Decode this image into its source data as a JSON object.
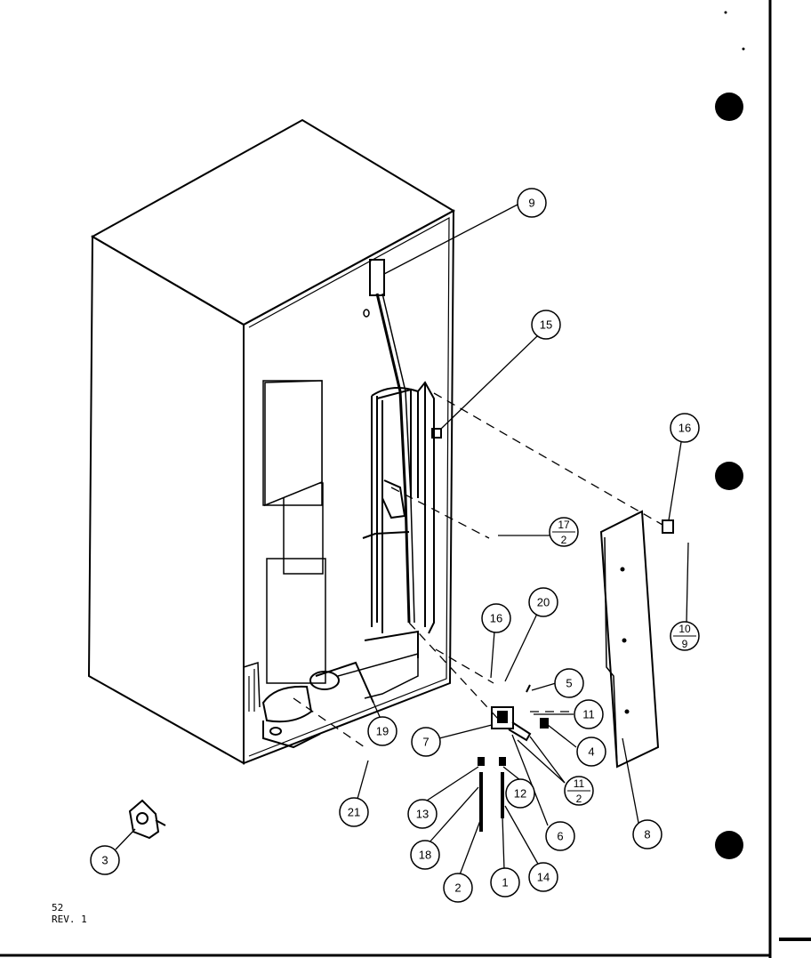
{
  "callouts": [
    {
      "id": "c9",
      "text": "9"
    },
    {
      "id": "c15",
      "text": "15"
    },
    {
      "id": "c16a",
      "text": "16"
    },
    {
      "id": "c17",
      "num": "17",
      "den": "2"
    },
    {
      "id": "c16b",
      "text": "16"
    },
    {
      "id": "c20",
      "text": "20"
    },
    {
      "id": "c5",
      "text": "5"
    },
    {
      "id": "c11",
      "text": "11"
    },
    {
      "id": "c7",
      "text": "7"
    },
    {
      "id": "c4",
      "text": "4"
    },
    {
      "id": "c112",
      "num": "11",
      "den": "2"
    },
    {
      "id": "c19",
      "text": "19"
    },
    {
      "id": "c13",
      "text": "13"
    },
    {
      "id": "c12",
      "text": "12"
    },
    {
      "id": "c6",
      "text": "6"
    },
    {
      "id": "c8",
      "text": "8"
    },
    {
      "id": "c109",
      "num": "10",
      "den": "9"
    },
    {
      "id": "c21",
      "text": "21"
    },
    {
      "id": "c18",
      "text": "18"
    },
    {
      "id": "c2",
      "text": "2"
    },
    {
      "id": "c1",
      "text": "1"
    },
    {
      "id": "c14",
      "text": "14"
    },
    {
      "id": "c3",
      "text": "3"
    }
  ],
  "footer": {
    "page": "52",
    "rev": "REV. 1"
  }
}
